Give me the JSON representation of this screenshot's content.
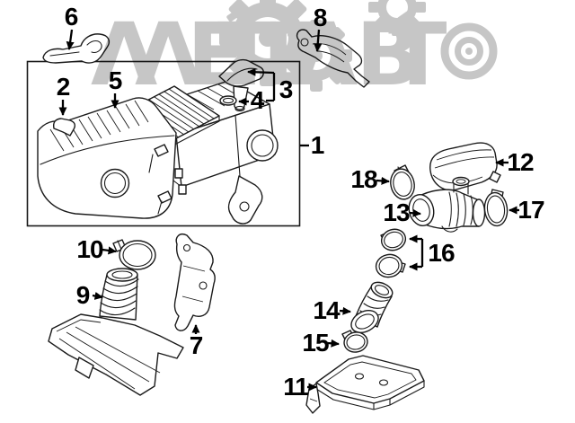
{
  "watermark": {
    "letters": [
      "Λ",
      "Λ",
      "Ε",
      "Τ",
      "Ε",
      "Λ",
      "Β",
      "Τ"
    ],
    "color": "#777777"
  },
  "callouts": [
    {
      "label": "1"
    },
    {
      "label": "2"
    },
    {
      "label": "3"
    },
    {
      "label": "4"
    },
    {
      "label": "5"
    },
    {
      "label": "6"
    },
    {
      "label": "7"
    },
    {
      "label": "8"
    },
    {
      "label": "9"
    },
    {
      "label": "10"
    },
    {
      "label": "11"
    },
    {
      "label": "12"
    },
    {
      "label": "13"
    },
    {
      "label": "14"
    },
    {
      "label": "15"
    },
    {
      "label": "16"
    },
    {
      "label": "17"
    },
    {
      "label": "18"
    }
  ],
  "colors": {
    "background": "#ffffff",
    "line_art": "#1a1a1a",
    "callout_text": "#000000",
    "watermark_gray": "#c6c6c6"
  }
}
